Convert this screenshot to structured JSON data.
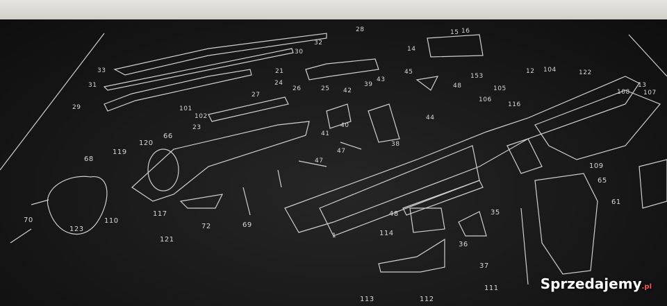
{
  "labels": [
    "33",
    "31",
    "29",
    "30",
    "32",
    "28",
    "21",
    "27",
    "24",
    "26",
    "25",
    "101",
    "102",
    "23",
    "42",
    "43",
    "39",
    "45",
    "41",
    "40",
    "38",
    "48",
    "44",
    "106",
    "116",
    "47",
    "47",
    "66",
    "120",
    "119",
    "68",
    "70",
    "123",
    "110",
    "117",
    "121",
    "72",
    "69",
    "1",
    "114",
    "48",
    "36",
    "35",
    "37",
    "111",
    "113",
    "112",
    "109",
    "65",
    "61",
    "104",
    "122",
    "105",
    "153",
    "107",
    "13",
    "108",
    "14",
    "12",
    "15",
    "16"
  ],
  "watermark": {
    "name": "Sprzedajemy",
    "tld": ".pl"
  },
  "colors": {
    "mat": "#151515",
    "ink": "#d8d8d8"
  }
}
